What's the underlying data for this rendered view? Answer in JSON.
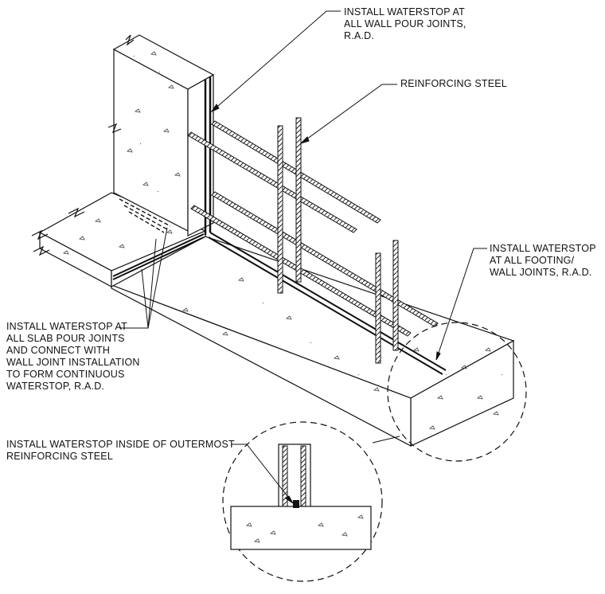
{
  "callouts": {
    "wall_pour_joints": [
      "INSTALL WATERSTOP AT",
      "ALL WALL POUR JOINTS,",
      "R.A.D."
    ],
    "reinforcing_steel": [
      "REINFORCING STEEL"
    ],
    "footing_wall_joints": [
      "INSTALL WATERSTOP",
      "AT ALL FOOTING/",
      "WALL JOINTS, R.A.D."
    ],
    "slab_pour_joints": [
      "INSTALL WATERSTOP AT",
      "ALL SLAB POUR JOINTS",
      "AND CONNECT WITH",
      "WALL JOINT INSTALLATION",
      "TO FORM CONTINUOUS",
      "WATERSTOP, R.A.D."
    ],
    "outermost_reinforcing": [
      "INSTALL WATERSTOP INSIDE OF OUTERMOST",
      "REINFORCING STEEL"
    ]
  }
}
